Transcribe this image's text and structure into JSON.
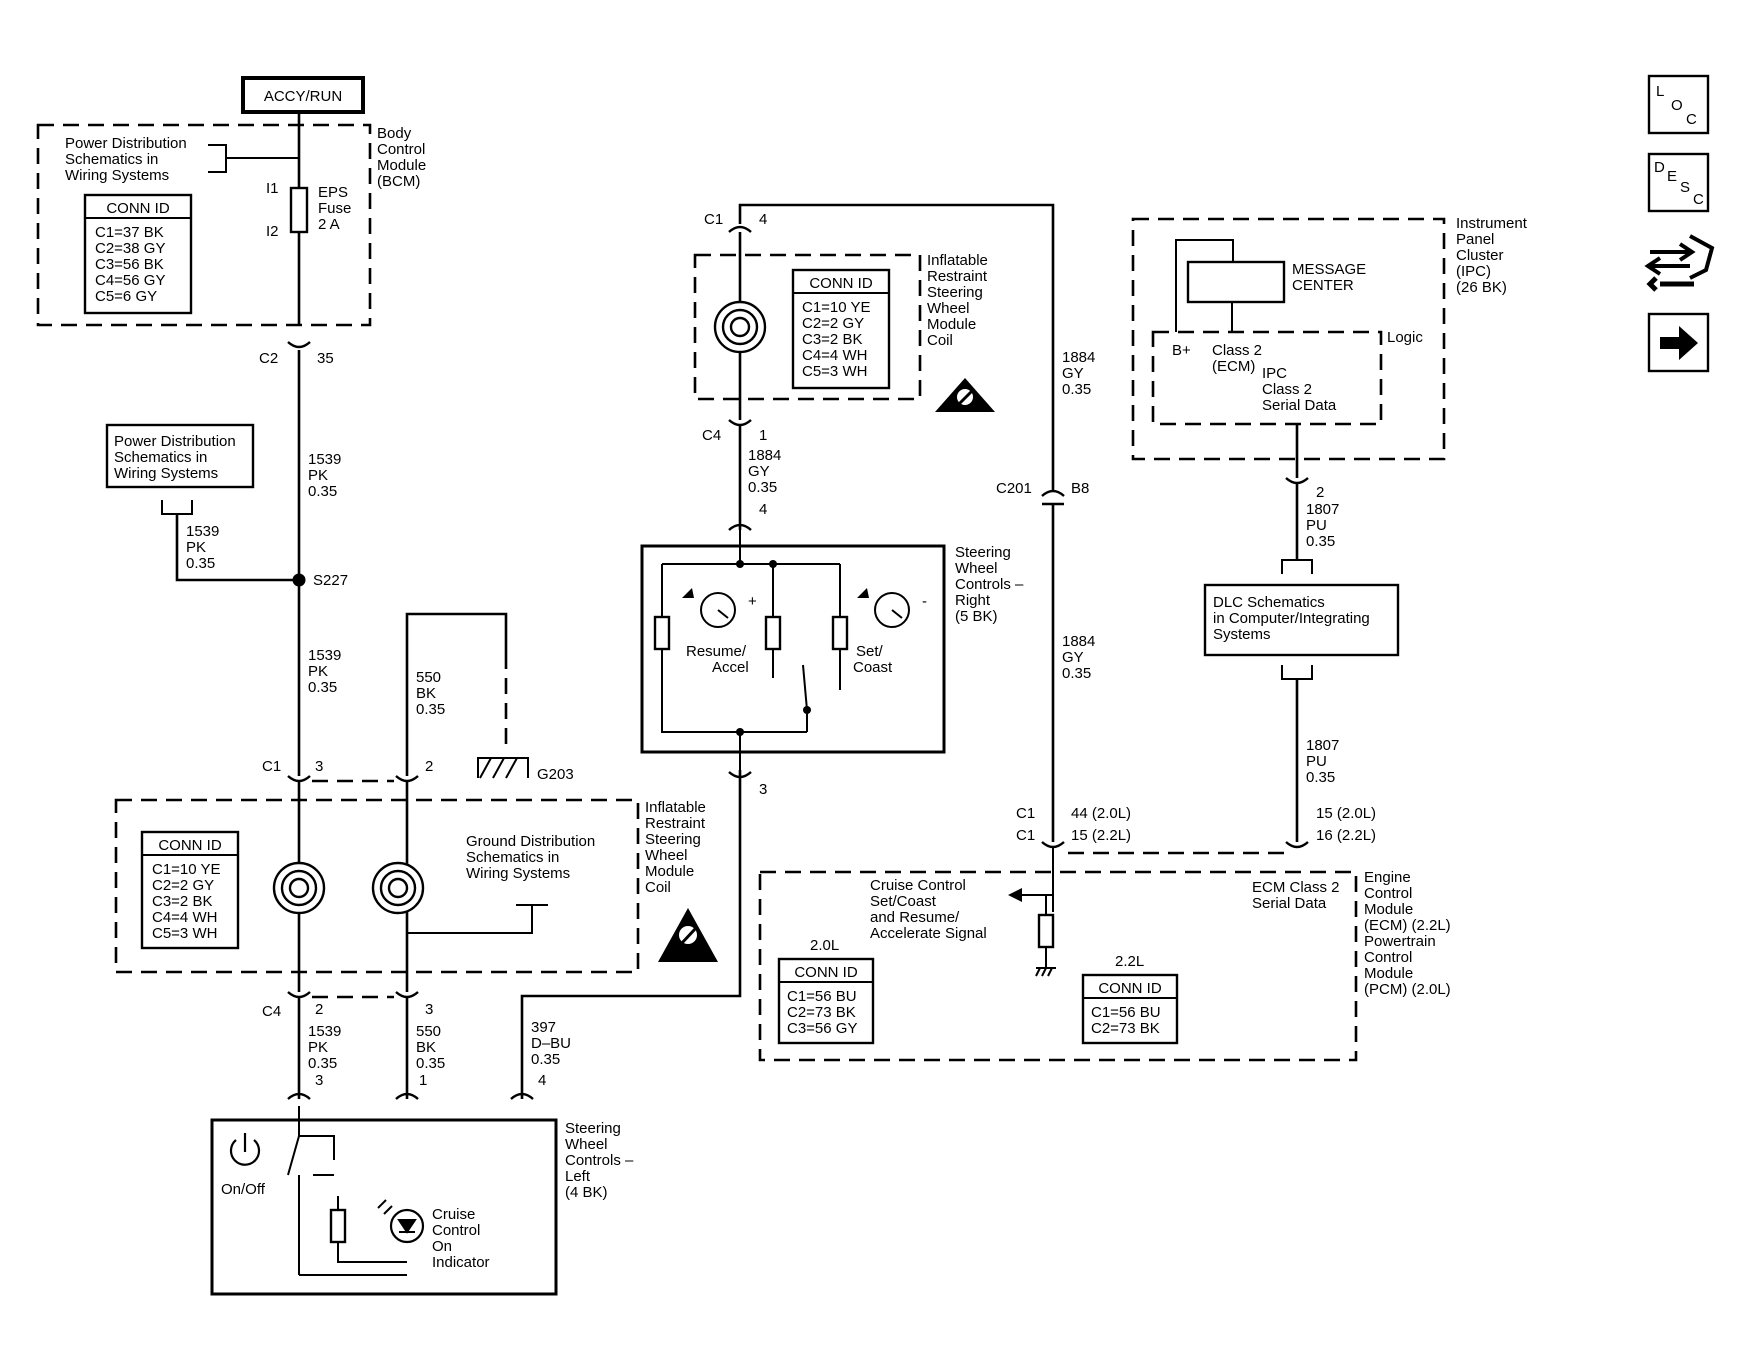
{
  "power_source": "ACCY/RUN",
  "bcm": {
    "label": [
      "Body",
      "Control",
      "Module",
      "(BCM)"
    ],
    "ref": [
      "Power Distribution",
      "Schematics in",
      "Wiring Systems"
    ],
    "conn_title": "CONN ID",
    "conn_rows": [
      "C1=37 BK",
      "C2=38 GY",
      "C3=56 BK",
      "C4=56 GY",
      "C5=6 GY"
    ],
    "fuse_label": [
      "EPS",
      "Fuse",
      "2 A"
    ],
    "fuse_pin_in": "I1",
    "fuse_pin_out": "I2",
    "c2": "C2",
    "c2_pin": "35"
  },
  "pd_ref2": [
    "Power Distribution",
    "Schematics in",
    "Wiring Systems"
  ],
  "wires": {
    "w1539_a": [
      "1539",
      "PK",
      "0.35"
    ],
    "w1539_b": [
      "1539",
      "PK",
      "0.35"
    ],
    "w1539_c": [
      "1539",
      "PK",
      "0.35"
    ],
    "w1539_d": [
      "1539",
      "PK",
      "0.35"
    ],
    "w550_a": [
      "550",
      "BK",
      "0.35"
    ],
    "w550_b": [
      "550",
      "BK",
      "0.35"
    ],
    "w397": [
      "397",
      "D–BU",
      "0.35"
    ],
    "w1884_a": [
      "1884",
      "GY",
      "0.35"
    ],
    "w1884_b": [
      "1884",
      "GY",
      "0.35"
    ],
    "w1884_c": [
      "1884",
      "GY",
      "0.35"
    ],
    "w1807_a": [
      "1807",
      "PU",
      "0.35"
    ],
    "w1807_b": [
      "1807",
      "PU",
      "0.35"
    ]
  },
  "splice": "S227",
  "ground": "G203",
  "coil_left": {
    "label": [
      "Inflatable",
      "Restraint",
      "Steering",
      "Wheel",
      "Module",
      "Coil"
    ],
    "conn_title": "CONN ID",
    "conn_rows": [
      "C1=10 YE",
      "C2=2 GY",
      "C3=2 BK",
      "C4=4 WH",
      "C5=3 WH"
    ],
    "ground_ref": [
      "Ground Distribution",
      "Schematics in",
      "Wiring Systems"
    ],
    "c1": "C1",
    "c1_pin3": "3",
    "c1_pin2": "2",
    "c4": "C4",
    "c4_pin2": "2",
    "c4_pin3": "3"
  },
  "coil_top": {
    "label": [
      "Inflatable",
      "Restraint",
      "Steering",
      "Wheel",
      "Module",
      "Coil"
    ],
    "conn_title": "CONN ID",
    "conn_rows": [
      "C1=10 YE",
      "C2=2 GY",
      "C3=2 BK",
      "C4=4 WH",
      "C5=3 WH"
    ],
    "c1": "C1",
    "c1_pin": "4",
    "c4": "C4",
    "c4_pin": "1"
  },
  "swc_right": {
    "label": [
      "Steering",
      "Wheel",
      "Controls –",
      "Right",
      "(5 BK)"
    ],
    "resume": [
      "Resume/",
      "Accel"
    ],
    "set": [
      "Set/",
      "Coast"
    ],
    "plus": "+",
    "minus": "-",
    "pin_top": "4",
    "pin_bottom": "3"
  },
  "swc_left": {
    "label": [
      "Steering",
      "Wheel",
      "Controls –",
      "Left",
      "(4 BK)"
    ],
    "onoff": "On/Off",
    "indicator": [
      "Cruise",
      "Control",
      "On",
      "Indicator"
    ],
    "pin3": "3",
    "pin1": "1",
    "pin4": "4"
  },
  "c201": {
    "name": "C201",
    "pin": "B8"
  },
  "ipc": {
    "label": [
      "Instrument",
      "Panel",
      "Cluster",
      "(IPC)",
      "(26 BK)"
    ],
    "message_center": [
      "MESSAGE",
      "CENTER"
    ],
    "logic": "Logic",
    "bplus": "B+",
    "class2_ecm": [
      "Class 2",
      "(ECM)"
    ],
    "ipc_class2": [
      "IPC",
      "Class 2",
      "Serial Data"
    ],
    "pin": "2"
  },
  "dlc": {
    "label": [
      "DLC Schematics",
      "in Computer/Integrating",
      "Systems"
    ]
  },
  "ecm": {
    "label": [
      "Engine",
      "Control",
      "Module",
      "(ECM) (2.2L)",
      "Powertrain",
      "Control",
      "Module",
      "(PCM) (2.0L)"
    ],
    "c1_a": "C1",
    "c1_b": "C1",
    "pin_left_a": "44 (2.0L)",
    "pin_left_b": "15 (2.2L)",
    "pin_right_a": "15 (2.0L)",
    "pin_right_b": "16 (2.2L)",
    "cruise_signal": [
      "Cruise Control",
      "Set/Coast",
      "and Resume/",
      "Accelerate Signal"
    ],
    "serial": [
      "ECM Class 2",
      "Serial Data"
    ],
    "v20": "2.0L",
    "v22": "2.2L",
    "conn20_title": "CONN ID",
    "conn20_rows": [
      "C1=56 BU",
      "C2=73 BK",
      "C3=56 GY"
    ],
    "conn22_title": "CONN ID",
    "conn22_rows": [
      "C1=56 BU",
      "C2=73 BK"
    ]
  },
  "nav": {
    "loc": [
      "L",
      "O",
      "C"
    ],
    "desc": [
      "D",
      "E",
      "S",
      "C"
    ]
  }
}
